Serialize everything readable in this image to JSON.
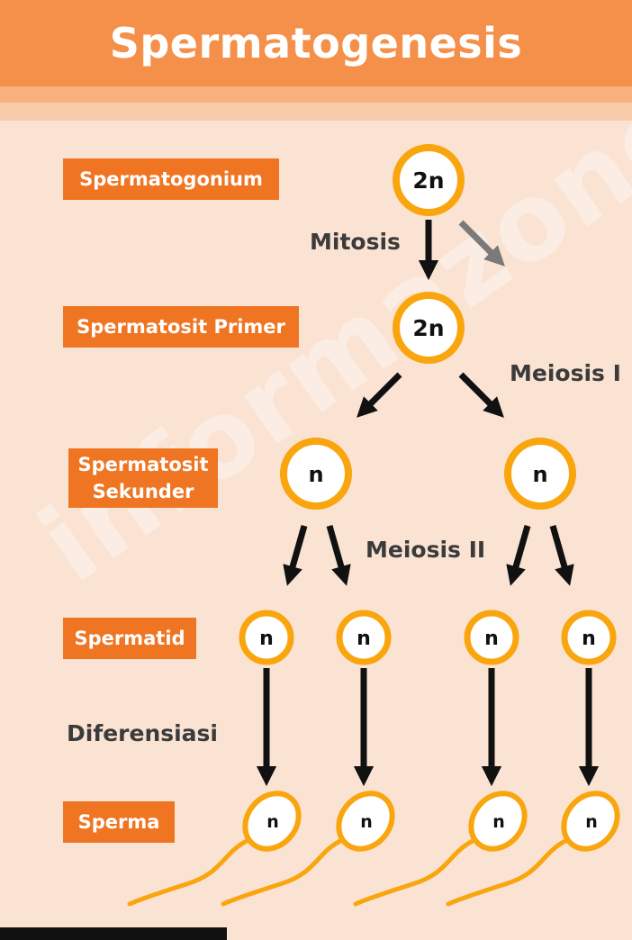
{
  "title": "Spermatogenesis",
  "watermark": "informazone.com",
  "stages": {
    "spermatogonium": "Spermatogonium",
    "spermatosit_primer": "Spermatosit Primer",
    "spermatosit_sekunder_line1": "Spermatosit",
    "spermatosit_sekunder_line2": "Sekunder",
    "spermatid": "Spermatid",
    "sperma": "Sperma"
  },
  "processes": {
    "mitosis": "Mitosis",
    "meiosis1": "Meiosis I",
    "meiosis2": "Meiosis II",
    "diferensiasi": "Diferensiasi"
  },
  "cells": {
    "spermatogonium": "2n",
    "primer": "2n",
    "sekunder": [
      "n",
      "n"
    ],
    "spermatid": [
      "n",
      "n",
      "n",
      "n"
    ],
    "sperma": [
      "n",
      "n",
      "n",
      "n"
    ]
  },
  "colors": {
    "header": "#f5904a",
    "background": "#fbe3d3",
    "label": "#f07522",
    "ring": "#f9a50e",
    "arrow": "#111111",
    "side_arrow": "#7a7a7a"
  }
}
